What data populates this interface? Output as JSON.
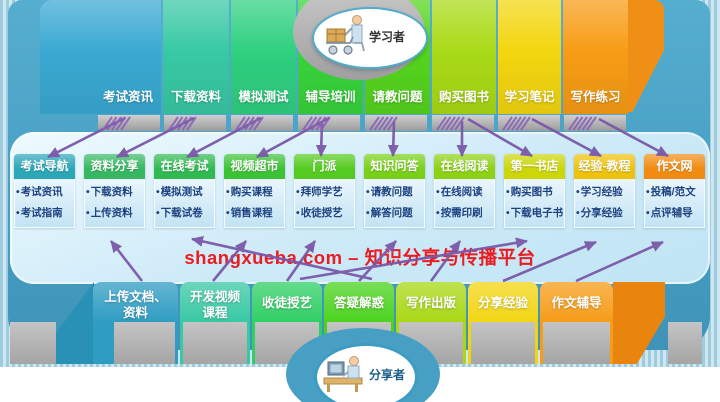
{
  "banner": {
    "text": "shangxueba.com – 知识分享与传播平台",
    "color": "#ea1c23"
  },
  "actors": {
    "learner": {
      "label": "学习者",
      "icon": "person-with-shopping-cart-icon"
    },
    "sharer": {
      "label": "分享者",
      "icon": "person-at-computer-icon"
    }
  },
  "top_buttons": [
    {
      "label": "考试资讯",
      "color": "#3aa9d2"
    },
    {
      "label": "下载资料",
      "color": "#38c9a4"
    },
    {
      "label": "模拟测试",
      "color": "#2fd080"
    },
    {
      "label": "辅导培训",
      "color": "#38d33c"
    },
    {
      "label": "请教问题",
      "color": "#55d41e"
    },
    {
      "label": "购买图书",
      "color": "#a9da16"
    },
    {
      "label": "学习笔记",
      "color": "#f3d60f"
    },
    {
      "label": "写作练习",
      "color": "#f79c15"
    }
  ],
  "cards": [
    {
      "title": "考试导航",
      "header_color": "#2ba7b8",
      "items": [
        "考试资讯",
        "考试指南"
      ]
    },
    {
      "title": "资料分享",
      "header_color": "#36b863",
      "items": [
        "下载资料",
        "上传资料"
      ]
    },
    {
      "title": "在线考试",
      "header_color": "#31ba52",
      "items": [
        "模拟测试",
        "下载试卷"
      ]
    },
    {
      "title": "视频超市",
      "header_color": "#3cc335",
      "items": [
        "购买课程",
        "销售课程"
      ]
    },
    {
      "title": "门派",
      "header_color": "#55ca20",
      "items": [
        "拜师学艺",
        "收徒授艺"
      ]
    },
    {
      "title": "知识问答",
      "header_color": "#79d019",
      "items": [
        "请教问题",
        "解答问题"
      ]
    },
    {
      "title": "在线阅读",
      "header_color": "#8ed215",
      "items": [
        "在线阅读",
        "按需印刷"
      ]
    },
    {
      "title": "第一书店",
      "header_color": "#ccd608",
      "items": [
        "购买图书",
        "下载电子书"
      ]
    },
    {
      "title": "经验-教程",
      "header_color": "#eec20b",
      "items": [
        "学习经验",
        "分享经验"
      ]
    },
    {
      "title": "作文网",
      "header_color": "#f18b12",
      "items": [
        "投稿/范文",
        "点评辅导"
      ]
    }
  ],
  "bottom_buttons": [
    {
      "label": "上传文档、资料",
      "lines": [
        "上传文档、",
        "资料"
      ],
      "color": "#2f9cc2"
    },
    {
      "label": "开发视频课程",
      "lines": [
        "开发视频",
        "课程"
      ],
      "color": "#38c8a4"
    },
    {
      "label": "收徒授艺",
      "lines": [
        "收徒授艺"
      ],
      "color": "#2fcf65"
    },
    {
      "label": "答疑解惑",
      "lines": [
        "答疑解惑"
      ],
      "color": "#4ad31d"
    },
    {
      "label": "写作出版",
      "lines": [
        "写作出版"
      ],
      "color": "#a9d815"
    },
    {
      "label": "分享经验",
      "lines": [
        "分享经验"
      ],
      "color": "#f2d512"
    },
    {
      "label": "作文辅导",
      "lines": [
        "作文辅导"
      ],
      "color": "#f69c17"
    }
  ],
  "colors": {
    "main_shape": "#47a0c4",
    "panel": "#cdeaf7",
    "arrow": "#7a58a8",
    "gray_bar": "#a8a8a8",
    "card_item_text": "#1d4280",
    "banner_text": "#ea1c23"
  }
}
